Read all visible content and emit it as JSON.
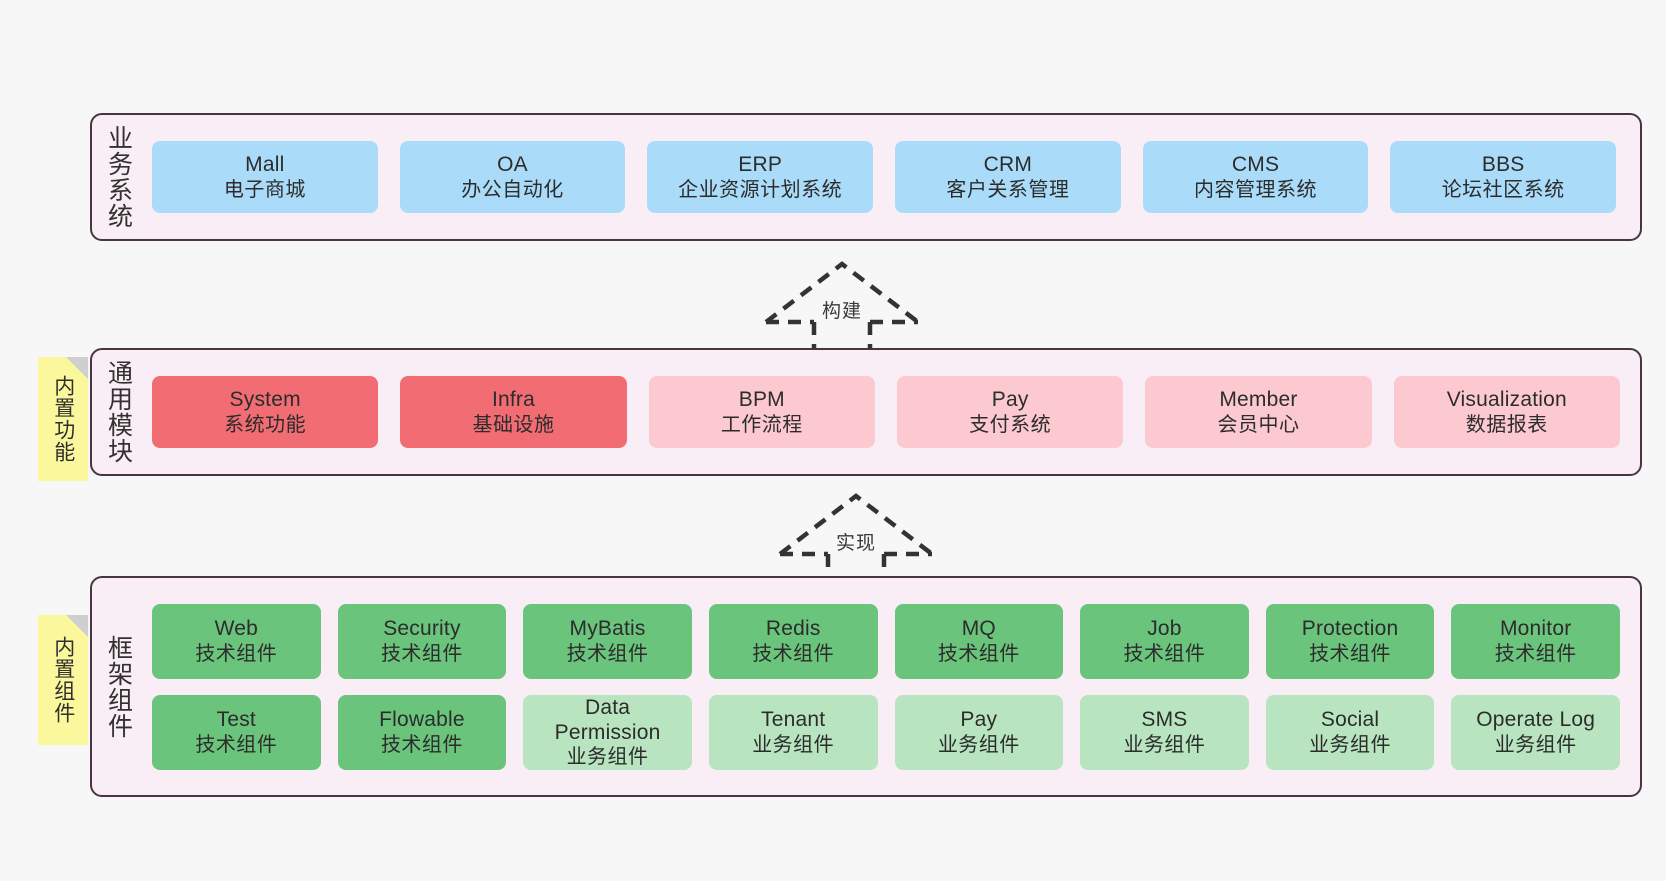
{
  "diagram": {
    "background_color": "#f7f7f7",
    "layer_fill": "#faeef6",
    "layer_border": "#4a3441",
    "sticky_color": "#fbf79c"
  },
  "layers": [
    {
      "id": "business",
      "title": "业务系统",
      "node_color": "#aadcfa",
      "rows": [
        [
          {
            "en": "Mall",
            "cn": "电子商城",
            "style": "n-blue"
          },
          {
            "en": "OA",
            "cn": "办公自动化",
            "style": "n-blue"
          },
          {
            "en": "ERP",
            "cn": "企业资源计划系统",
            "style": "n-blue"
          },
          {
            "en": "CRM",
            "cn": "客户关系管理",
            "style": "n-blue"
          },
          {
            "en": "CMS",
            "cn": "内容管理系统",
            "style": "n-blue"
          },
          {
            "en": "BBS",
            "cn": "论坛社区系统",
            "style": "n-blue"
          }
        ]
      ]
    },
    {
      "id": "common",
      "title": "通用模块",
      "sticky": "内置功能",
      "rows": [
        [
          {
            "en": "System",
            "cn": "系统功能",
            "style": "n-red"
          },
          {
            "en": "Infra",
            "cn": "基础设施",
            "style": "n-red"
          },
          {
            "en": "BPM",
            "cn": "工作流程",
            "style": "n-pink"
          },
          {
            "en": "Pay",
            "cn": "支付系统",
            "style": "n-pink"
          },
          {
            "en": "Member",
            "cn": "会员中心",
            "style": "n-pink"
          },
          {
            "en": "Visualization",
            "cn": "数据报表",
            "style": "n-pink"
          }
        ]
      ]
    },
    {
      "id": "framework",
      "title": "框架组件",
      "sticky": "内置组件",
      "rows": [
        [
          {
            "en": "Web",
            "cn": "技术组件",
            "style": "n-green"
          },
          {
            "en": "Security",
            "cn": "技术组件",
            "style": "n-green"
          },
          {
            "en": "MyBatis",
            "cn": "技术组件",
            "style": "n-green"
          },
          {
            "en": "Redis",
            "cn": "技术组件",
            "style": "n-green"
          },
          {
            "en": "MQ",
            "cn": "技术组件",
            "style": "n-green"
          },
          {
            "en": "Job",
            "cn": "技术组件",
            "style": "n-green"
          },
          {
            "en": "Protection",
            "cn": "技术组件",
            "style": "n-green"
          },
          {
            "en": "Monitor",
            "cn": "技术组件",
            "style": "n-green"
          }
        ],
        [
          {
            "en": "Test",
            "cn": "技术组件",
            "style": "n-green"
          },
          {
            "en": "Flowable",
            "cn": "技术组件",
            "style": "n-green"
          },
          {
            "en": "Data Permission",
            "cn": "业务组件",
            "style": "n-lgreen"
          },
          {
            "en": "Tenant",
            "cn": "业务组件",
            "style": "n-lgreen"
          },
          {
            "en": "Pay",
            "cn": "业务组件",
            "style": "n-lgreen"
          },
          {
            "en": "SMS",
            "cn": "业务组件",
            "style": "n-lgreen"
          },
          {
            "en": "Social",
            "cn": "业务组件",
            "style": "n-lgreen"
          },
          {
            "en": "Operate Log",
            "cn": "业务组件",
            "style": "n-lgreen"
          }
        ]
      ]
    }
  ],
  "arrows": [
    {
      "id": "build",
      "label": "构建",
      "direction": "up",
      "style": "dashed-hollow"
    },
    {
      "id": "impl",
      "label": "实现",
      "direction": "up",
      "style": "dashed-hollow"
    }
  ]
}
